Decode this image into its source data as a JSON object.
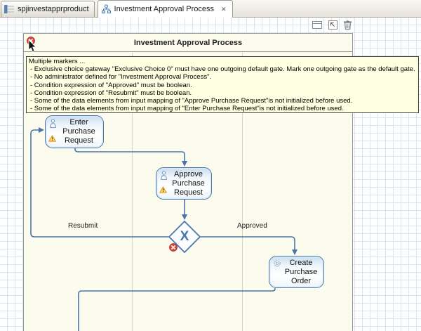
{
  "tabs": [
    {
      "label": "spjinvestapprproduct"
    },
    {
      "label": "Investment Approval Process",
      "close_glyph": "✕"
    }
  ],
  "canvas_toolbar": {
    "icons": [
      "minimize-window",
      "restore-arrow",
      "delete-trash"
    ]
  },
  "pool": {
    "title": "Investment Approval Process"
  },
  "marker_tooltip": {
    "title": "Multiple markers ...",
    "items": [
      "- Exclusive choice gateway \"Exclusive Choice 0\" must have one outgoing default gate. Mark one outgoing gate as the default gate.",
      "- No administrator defined for \"Investment Approval Process\".",
      "- Condition expression of \"Approved\" must be boolean.",
      "- Condition expression of \"Resubmit\" must be boolean.",
      "- Some of the data elements from input mapping of \"Approve Purchase Request\"is not initialized before used.",
      "- Some of the data elements from input mapping of \"Enter Purchase Request\"is not initialized before used."
    ]
  },
  "nodes": {
    "enter": {
      "label": "Enter Purchase Request",
      "type": "user-task",
      "has_warning": true
    },
    "approve": {
      "label": "Approve Purchase Request",
      "type": "user-task",
      "has_warning": true
    },
    "gateway": {
      "label": "X",
      "type": "exclusive-gateway",
      "has_error": true
    },
    "create": {
      "label": "Create Purchase Order",
      "type": "service-task"
    }
  },
  "edges": {
    "resubmit": {
      "label": "Resubmit"
    },
    "approved": {
      "label": "Approved"
    }
  },
  "colors": {
    "edge_blue": "#4a74aa",
    "node_border": "#4a76ac",
    "pool_bg": "#fcfcee",
    "tooltip_bg": "#ffffe1",
    "error_red": "#d6443c",
    "warning_yellow": "#ffd34e",
    "grid_line": "#d9e6f6"
  }
}
